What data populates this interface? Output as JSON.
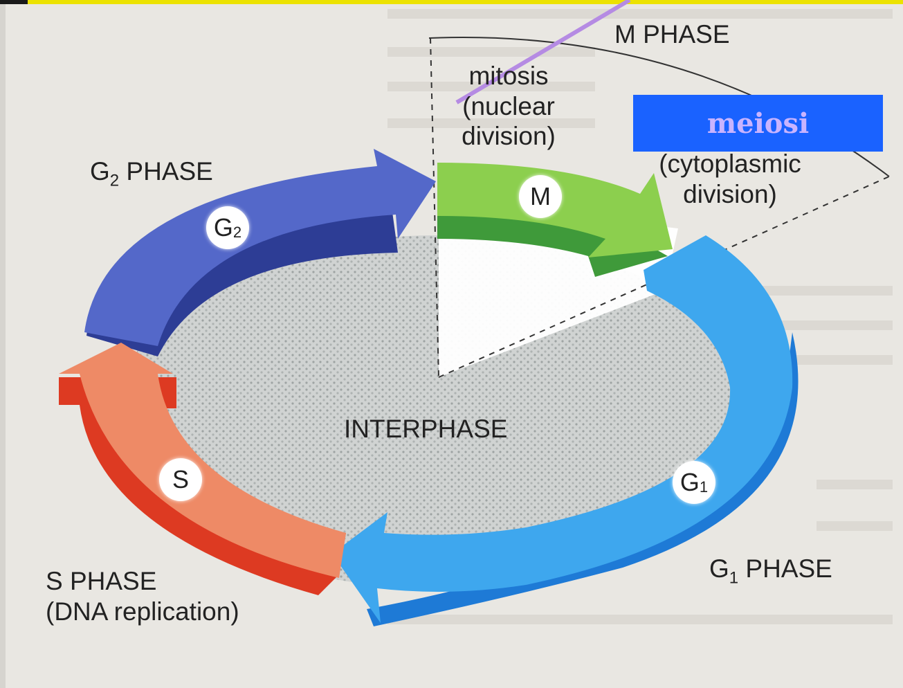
{
  "labels": {
    "m_phase": "M PHASE",
    "mitosis_line1": "mitosis",
    "mitosis_line2": "(nuclear",
    "mitosis_line3": "division)",
    "cyto_line1": "(cytoplasmic",
    "cyto_line2": "division)",
    "g2_phase_main": "G",
    "g2_phase_sub": "2",
    "g2_phase_rest": " PHASE",
    "interphase": "INTERPHASE",
    "s_phase_line1": "S PHASE",
    "s_phase_line2": "(DNA replication)",
    "g1_phase_main": "G",
    "g1_phase_sub": "1",
    "g1_phase_rest": " PHASE"
  },
  "arrow_labels": {
    "m": "M",
    "g2_main": "G",
    "g2_sub": "2",
    "s": "S",
    "g1_main": "G",
    "g1_sub": "1"
  },
  "overlay": {
    "meiosi": "meiosi"
  },
  "colors": {
    "m_arrow": "#8ccf4e",
    "m_arrow_side": "#3f9a3a",
    "g2_arrow": "#5468c9",
    "g2_arrow_side": "#2d3d95",
    "s_arrow": "#ee8a66",
    "s_arrow_side": "#dd3a22",
    "g1_arrow": "#3ea7ee",
    "g1_arrow_side": "#1e7ad6",
    "meiosi_box": "#1a62ff",
    "meiosi_text": "#c9b4ff",
    "pointer_line": "#b58be3"
  }
}
